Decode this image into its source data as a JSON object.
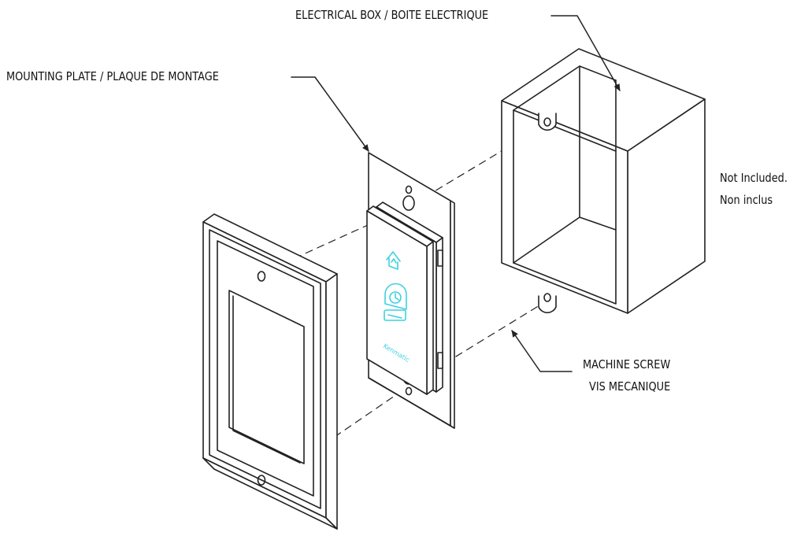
{
  "labels": {
    "electrical_box": "ELECTRICAL BOX / BOITE ELECTRIQUE",
    "mounting_plate": "MOUNTING PLATE / PLAQUE DE MONTAGE",
    "not_included_en": "Not Included.",
    "not_included_fr": "Non inclus",
    "machine_screw_en": "MACHINE SCREW",
    "machine_screw_fr": "VIS MECANIQUE",
    "device_brand": "Kenmatic"
  },
  "colors": {
    "line": "#222222",
    "accent": "#3fd0e0",
    "background": "#ffffff"
  },
  "icons": [
    "home-up-icon",
    "timer-icon"
  ]
}
